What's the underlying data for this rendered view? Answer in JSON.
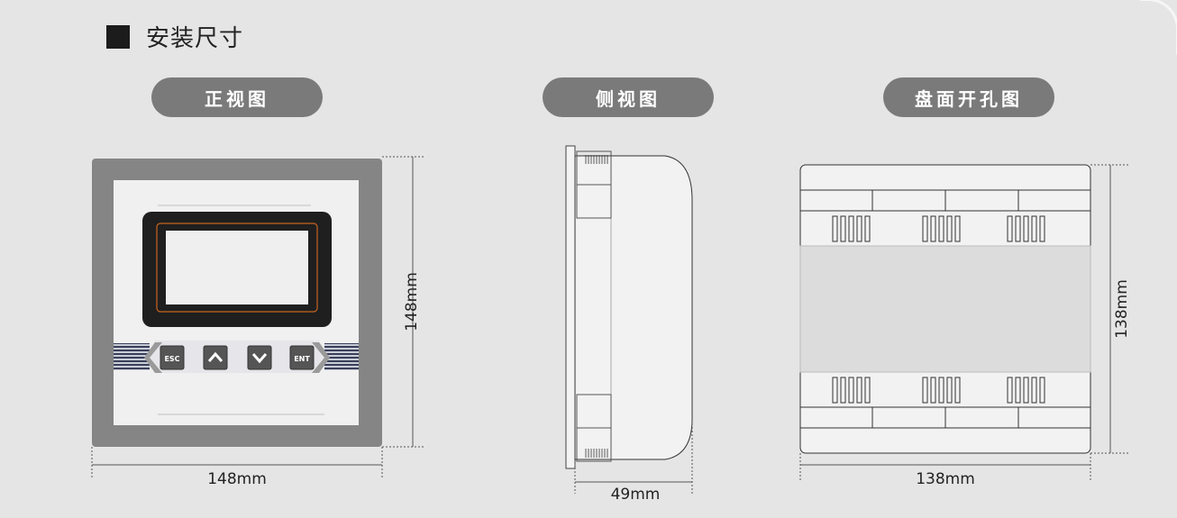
{
  "section_title": "安装尺寸",
  "views": {
    "front_label": "正视图",
    "side_label": "侧视图",
    "cutout_label": "盘面开孔图"
  },
  "front_panel": {
    "buttons": {
      "esc": "ESC",
      "ent": "ENT"
    },
    "width_dim": "148mm",
    "height_dim": "148mm"
  },
  "side_view": {
    "depth_dim": "49mm"
  },
  "cutout_view": {
    "width_dim": "138mm",
    "height_dim": "138mm"
  },
  "colors": {
    "panel_frame": "#858585",
    "panel_face": "#f2f2f2",
    "screen_bezel": "#1f1f1f",
    "screen_glow": "#c8641e",
    "pill_bg": "#7a7a7a"
  }
}
